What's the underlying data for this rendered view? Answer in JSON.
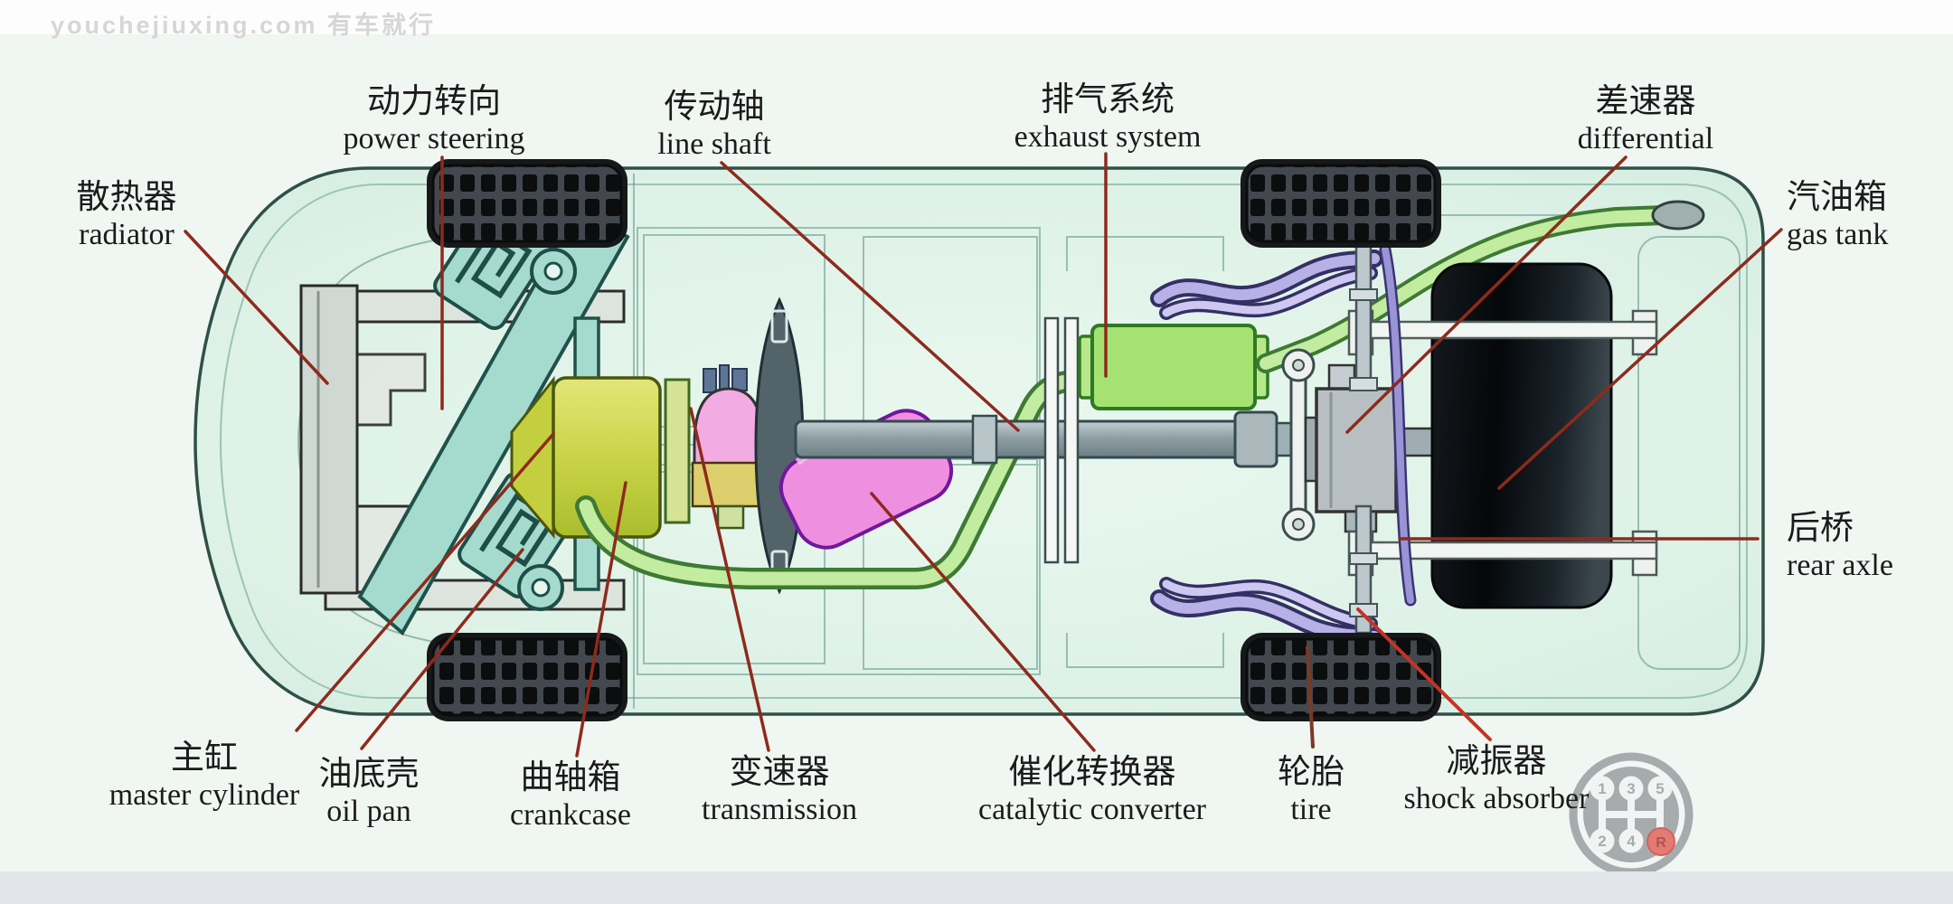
{
  "watermark": {
    "text": "youchejiuxing.com 有车就行"
  },
  "labels": [
    {
      "id": "radiator",
      "zh": "散热器",
      "en": "radiator"
    },
    {
      "id": "power-steering",
      "zh": "动力转向",
      "en": "power steering"
    },
    {
      "id": "line-shaft",
      "zh": "传动轴",
      "en": "line shaft"
    },
    {
      "id": "exhaust-system",
      "zh": "排气系统",
      "en": "exhaust system"
    },
    {
      "id": "differential",
      "zh": "差速器",
      "en": "differential"
    },
    {
      "id": "gas-tank",
      "zh": "汽油箱",
      "en": "gas tank"
    },
    {
      "id": "rear-axle",
      "zh": "后桥",
      "en": "rear axle"
    },
    {
      "id": "master-cylinder",
      "zh": "主缸",
      "en": "master cylinder"
    },
    {
      "id": "oil-pan",
      "zh": "油底壳",
      "en": "oil pan"
    },
    {
      "id": "crankcase",
      "zh": "曲轴箱",
      "en": "crankcase"
    },
    {
      "id": "transmission",
      "zh": "变速器",
      "en": "transmission"
    },
    {
      "id": "catalytic-converter",
      "zh": "催化转换器",
      "en": "catalytic converter"
    },
    {
      "id": "tire",
      "zh": "轮胎",
      "en": "tire"
    },
    {
      "id": "shock-absorber",
      "zh": "减振器",
      "en": "shock absorber"
    }
  ],
  "gear_shifter": {
    "positions": [
      "1",
      "3",
      "5",
      "2",
      "4",
      "R"
    ]
  },
  "colors": {
    "leader_line": "#8e2a1c",
    "leader_line_bright": "#c43326",
    "leader_line_brown": "#7a3a26",
    "body_fill": "#dff2e8",
    "body_outline": "#2f5049",
    "engine_block": "#c3cf3e",
    "transmission_dome": "#f3abe3",
    "catalytic_converter": "#ef8fe0",
    "muffler": "#a6e272",
    "exhaust_pipe": "#c2ec9f",
    "gas_tank": "#0b0f13",
    "suspension_arm": "#b7b1e8",
    "subframe": "#a5dace",
    "reverse_gear": "#e2665c",
    "watermark_gray": "#d6d6d6"
  }
}
